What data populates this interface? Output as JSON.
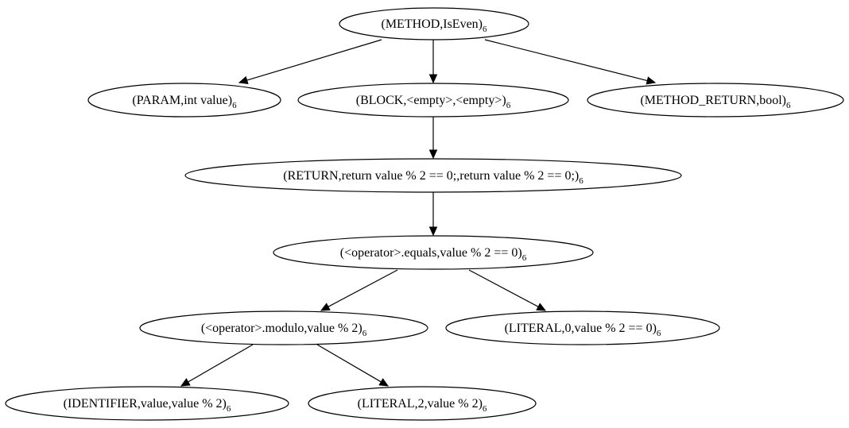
{
  "diagram": {
    "type": "tree",
    "nodes": [
      {
        "id": "n1",
        "label": "(METHOD,IsEven)",
        "sub": "6"
      },
      {
        "id": "n2",
        "label": "(PARAM,int value)",
        "sub": "6"
      },
      {
        "id": "n3",
        "label": "(BLOCK,<empty>,<empty>)",
        "sub": "6"
      },
      {
        "id": "n4",
        "label": "(METHOD_RETURN,bool)",
        "sub": "6"
      },
      {
        "id": "n5",
        "label": "(RETURN,return value % 2 == 0;,return value % 2 == 0;)",
        "sub": "6"
      },
      {
        "id": "n6",
        "label": "(<operator>.equals,value % 2 == 0)",
        "sub": "6"
      },
      {
        "id": "n7",
        "label": "(<operator>.modulo,value % 2)",
        "sub": "6"
      },
      {
        "id": "n8",
        "label": "(LITERAL,0,value % 2 == 0)",
        "sub": "6"
      },
      {
        "id": "n9",
        "label": "(IDENTIFIER,value,value % 2)",
        "sub": "6"
      },
      {
        "id": "n10",
        "label": "(LITERAL,2,value % 2)",
        "sub": "6"
      }
    ],
    "edges": [
      {
        "from": "n1",
        "to": "n2"
      },
      {
        "from": "n1",
        "to": "n3"
      },
      {
        "from": "n1",
        "to": "n4"
      },
      {
        "from": "n3",
        "to": "n5"
      },
      {
        "from": "n5",
        "to": "n6"
      },
      {
        "from": "n6",
        "to": "n7"
      },
      {
        "from": "n6",
        "to": "n8"
      },
      {
        "from": "n7",
        "to": "n9"
      },
      {
        "from": "n7",
        "to": "n10"
      }
    ]
  }
}
